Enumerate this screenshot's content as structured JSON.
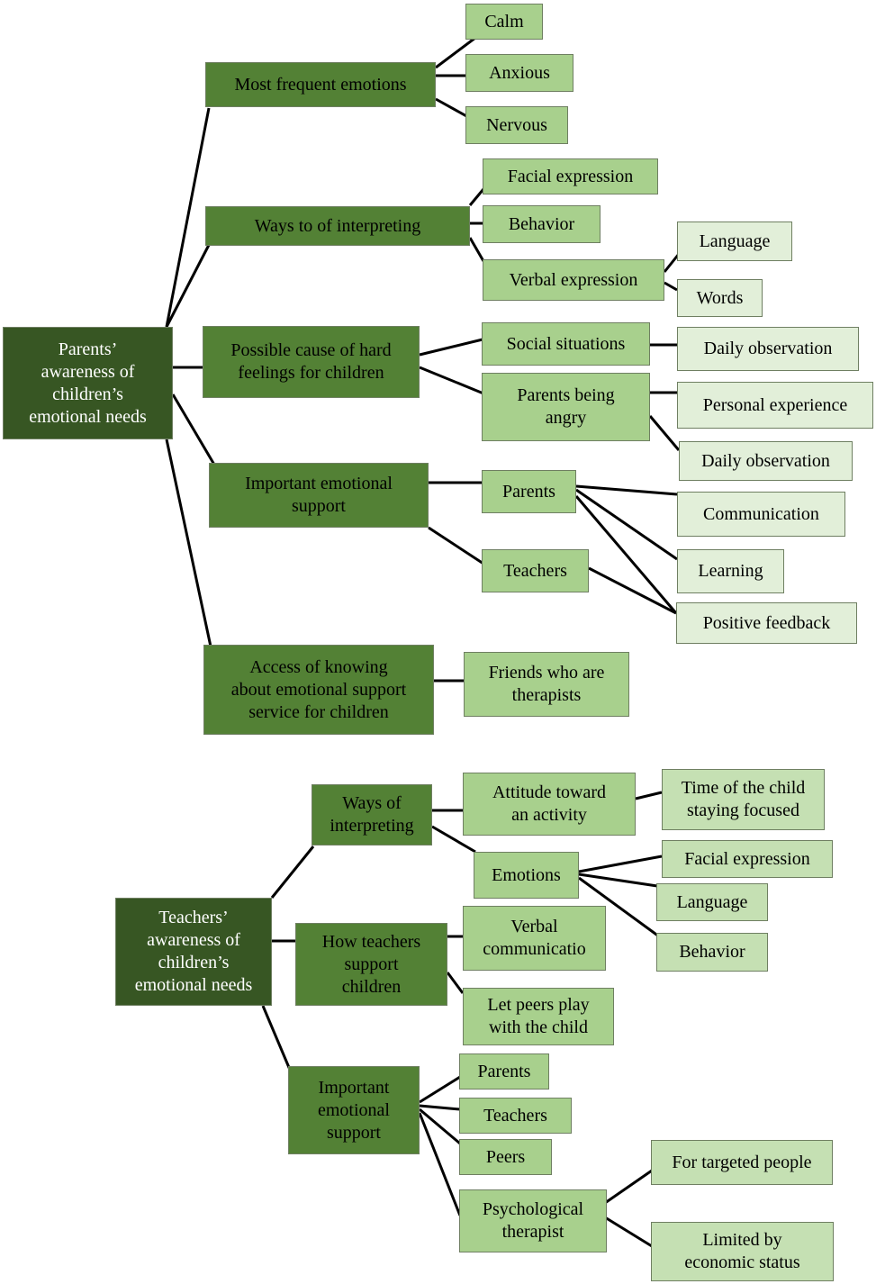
{
  "parents_tree": {
    "root": "Parents’\nawareness of\nchildren’s\nemotional needs",
    "most_frequent": {
      "label": "Most frequent emotions",
      "children": [
        "Calm",
        "Anxious",
        "Nervous"
      ]
    },
    "ways_interpreting": {
      "label": "Ways to of interpreting",
      "children": [
        "Facial expression",
        "Behavior",
        "Verbal expression"
      ],
      "verbal_children": [
        "Language",
        "Words"
      ]
    },
    "possible_cause": {
      "label": "Possible cause of hard\nfeelings for children",
      "social": "Social situations",
      "social_children": [
        "Daily observation"
      ],
      "angry": "Parents being\nangry",
      "angry_children": [
        "Personal experience",
        "Daily observation"
      ]
    },
    "important_support": {
      "label": "Important emotional\nsupport",
      "parents": "Parents",
      "teachers": "Teachers",
      "leaves": [
        "Communication",
        "Learning",
        "Positive feedback"
      ]
    },
    "access": {
      "label": "Access of knowing\nabout emotional support\nservice for children",
      "children": [
        "Friends who are\ntherapists"
      ]
    }
  },
  "teachers_tree": {
    "root": "Teachers’\nawareness of\nchildren’s\nemotional needs",
    "ways": {
      "label": "Ways of\ninterpreting",
      "attitude": "Attitude toward\nan activity",
      "attitude_children": [
        "Time of the child\nstaying focused"
      ],
      "emotions": "Emotions",
      "emotions_children": [
        "Facial expression",
        "Language",
        "Behavior"
      ]
    },
    "how_support": {
      "label": "How teachers\nsupport\nchildren",
      "children": [
        "Verbal\ncommunicatio",
        "Let peers play\nwith the child"
      ]
    },
    "important_support": {
      "label": "Important\nemotional\nsupport",
      "children": [
        "Parents",
        "Teachers",
        "Peers",
        "Psychological\ntherapist"
      ],
      "therapist_children": [
        "For targeted people",
        "Limited by\neconomic status"
      ]
    }
  },
  "colors": {
    "root": "#375623",
    "level1": "#538135",
    "level2": "#a8d08d",
    "level3": "#e2efd9"
  }
}
